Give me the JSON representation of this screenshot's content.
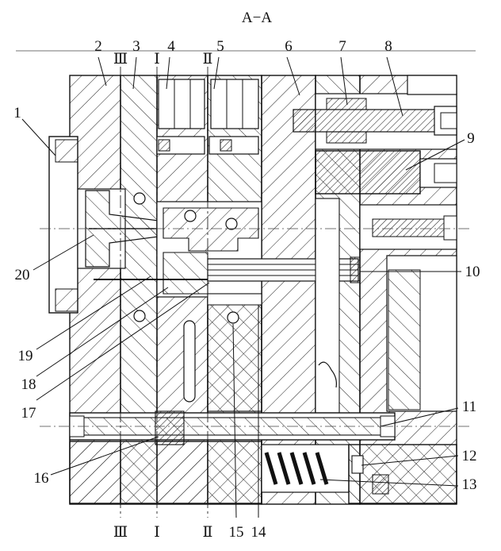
{
  "section_title": "A−A",
  "section_marks": {
    "iii_top": "Ⅲ",
    "i_top": "Ⅰ",
    "ii_top": "Ⅱ",
    "iii_bottom": "Ⅲ",
    "i_bottom": "Ⅰ",
    "ii_bottom": "Ⅱ"
  },
  "part_labels": {
    "p1": "1",
    "p2": "2",
    "p3": "3",
    "p4": "4",
    "p5": "5",
    "p6": "6",
    "p7": "7",
    "p8": "8",
    "p9": "9",
    "p10": "10",
    "p11": "11",
    "p12": "12",
    "p13": "13",
    "p14": "14",
    "p15": "15",
    "p16": "16",
    "p17": "17",
    "p18": "18",
    "p19": "19",
    "p20": "20"
  }
}
